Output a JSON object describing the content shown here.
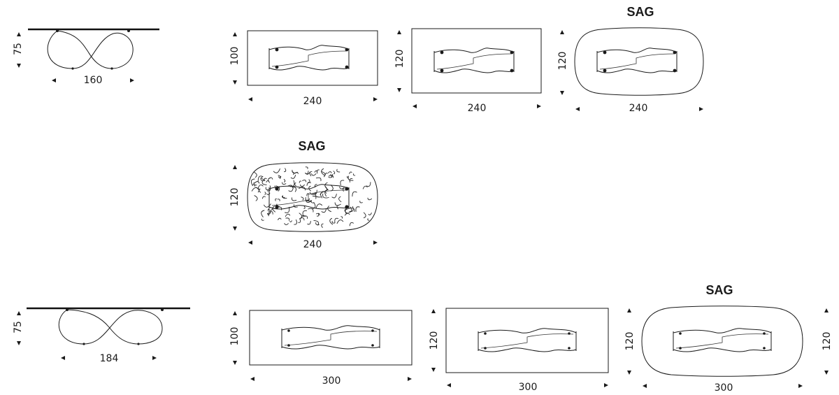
{
  "rows": [
    {
      "side": {
        "height": "75",
        "width": "160"
      },
      "tops": [
        {
          "depth": "100",
          "length": "240",
          "sag": ""
        },
        {
          "depth": "120",
          "length": "240",
          "sag": ""
        },
        {
          "depth": "120",
          "length": "240",
          "sag": "SAG"
        }
      ]
    },
    {
      "tops": [
        {
          "depth": "120",
          "length": "240",
          "sag": "SAG"
        }
      ]
    },
    {
      "side": {
        "height": "75",
        "width": "184"
      },
      "tops": [
        {
          "depth": "100",
          "length": "300",
          "sag": ""
        },
        {
          "depth": "120",
          "length": "300",
          "sag": ""
        },
        {
          "depth": "120",
          "length": "300",
          "sag": "SAG",
          "extra_depth": "120"
        }
      ]
    }
  ],
  "colors": {
    "line": "#1a1a1a",
    "background": "#ffffff"
  }
}
